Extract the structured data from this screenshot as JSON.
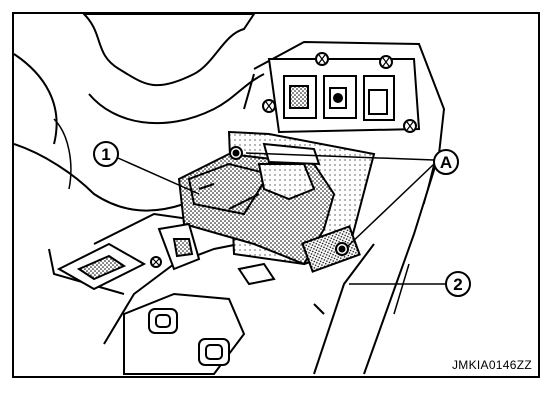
{
  "figure": {
    "reference_code": "JMKIA0146ZZ",
    "callouts": [
      {
        "id": "1",
        "label": "1"
      },
      {
        "id": "2",
        "label": "2"
      },
      {
        "id": "A",
        "label": "A"
      }
    ]
  },
  "colors": {
    "line": "#000000",
    "background": "#ffffff",
    "shading": "#9a9a9a"
  }
}
